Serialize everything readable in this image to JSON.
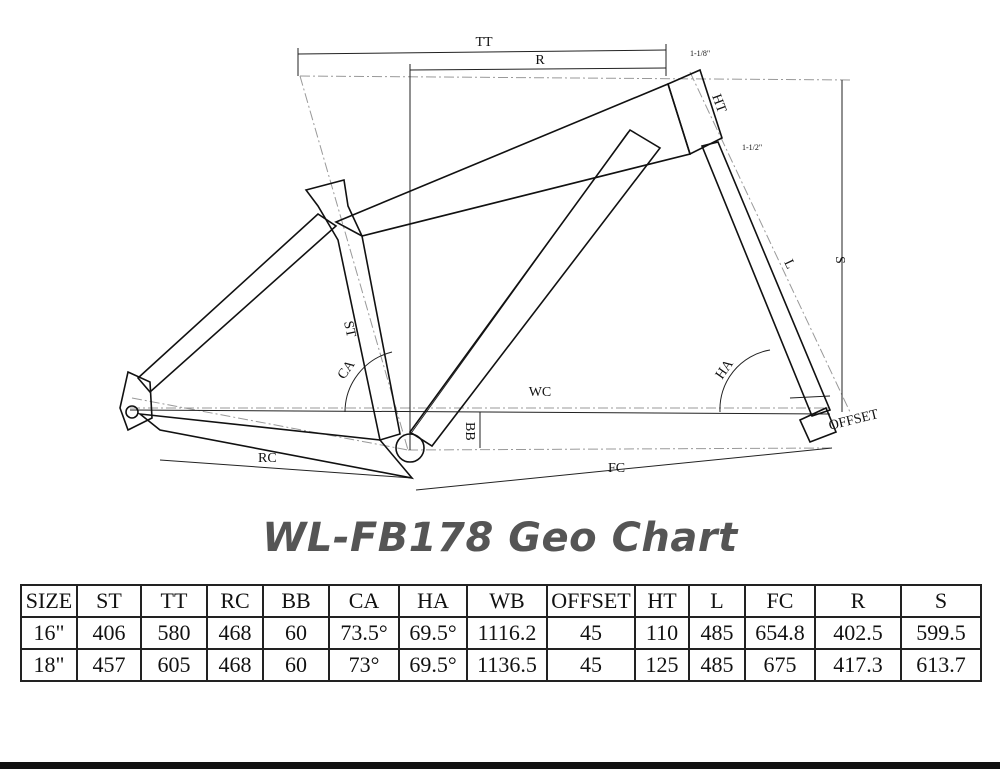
{
  "diagram": {
    "labels": {
      "tt": "TT",
      "r": "R",
      "head_top": "1-1/8\"",
      "head_bottom": "1-1/2\"",
      "ht": "HT",
      "l": "L",
      "s": "S",
      "st": "ST",
      "ca": "CA",
      "ha": "HA",
      "wc": "WC",
      "bb": "BB",
      "rc": "RC",
      "fc": "FC",
      "offset": "OFFSET"
    }
  },
  "title": "WL-FB178 Geo Chart",
  "table": {
    "headers": [
      "SIZE",
      "ST",
      "TT",
      "RC",
      "BB",
      "CA",
      "HA",
      "WB",
      "OFFSET",
      "HT",
      "L",
      "FC",
      "R",
      "S"
    ],
    "rows": [
      [
        "16\"",
        "406",
        "580",
        "468",
        "60",
        "73.5°",
        "69.5°",
        "1116.2",
        "45",
        "110",
        "485",
        "654.8",
        "402.5",
        "599.5"
      ],
      [
        "18\"",
        "457",
        "605",
        "468",
        "60",
        "73°",
        "69.5°",
        "1136.5",
        "45",
        "125",
        "485",
        "675",
        "417.3",
        "613.7"
      ]
    ]
  }
}
